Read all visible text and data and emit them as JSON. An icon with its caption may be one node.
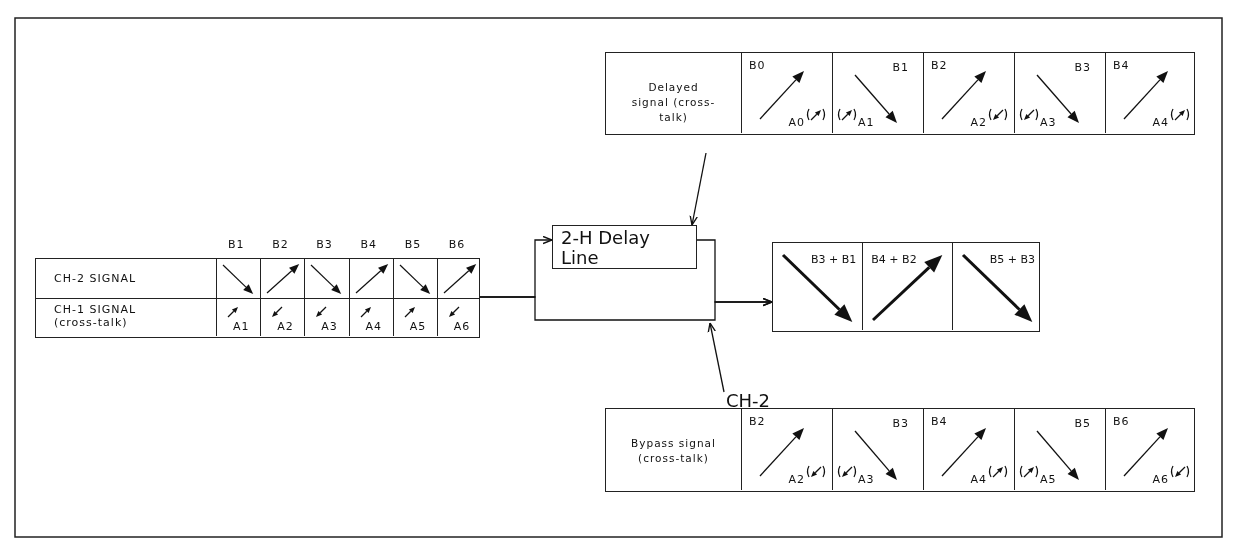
{
  "diagram": {
    "nodes": [
      {
        "text": [
          "Delayed signal (cross-talk)",
          "B0",
          "A0",
          "B1",
          "A1",
          "B2",
          "A2",
          "B3",
          "A3",
          "B4",
          "A4"
        ]
      },
      {
        "text": [
          "B1",
          "B2",
          "B3",
          "B4",
          "B5",
          "B6",
          "CH-2 SIGNAL",
          "CH-1 SIGNAL (cross-talk)",
          "A1",
          "A2",
          "A3",
          "A4",
          "A5",
          "A6"
        ]
      },
      {
        "text": [
          "2-H Delay Line"
        ]
      },
      {
        "text": [
          "B3 + B1",
          "B4 + B2",
          "B5 + B3"
        ]
      },
      {
        "text": [
          "CH-2"
        ]
      },
      {
        "text": [
          "Bypass signal (cross-talk)",
          "B2",
          "A2",
          "B3",
          "A3",
          "B4",
          "A4",
          "B5",
          "A5",
          "B6",
          "A6"
        ]
      }
    ],
    "edges": [
      {
        "from": 1,
        "to": 2,
        "arrow": "to"
      },
      {
        "from": 1,
        "to": 3,
        "arrow": "to"
      },
      {
        "from": 2,
        "to": 3,
        "arrow": "to"
      },
      {
        "from": 0,
        "to": 2,
        "arrow": "to"
      },
      {
        "from": 4,
        "to": null,
        "arrow": "to"
      }
    ]
  }
}
